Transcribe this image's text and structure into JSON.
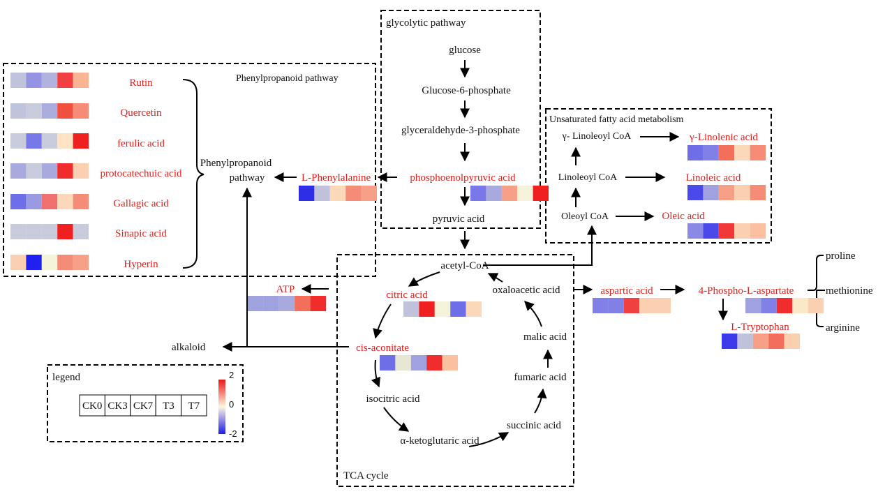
{
  "legend": {
    "title": "legend",
    "samples": [
      "CK0",
      "CK3",
      "CK7",
      "T3",
      "T7"
    ],
    "scale_max": "2",
    "scale_mid": "0",
    "scale_min": "-2"
  },
  "regions": {
    "glycolytic": "glycolytic pathway",
    "phenylpropanoid": "Phenylpropanoid pathway",
    "fatty_acid": "Unsaturated fatty acid metabolism",
    "tca": "TCA cycle"
  },
  "nodes": {
    "glucose": "glucose",
    "g6p": "Glucose-6-phosphate",
    "g3p": "glyceraldehyde-3-phosphate",
    "pep": "phosphoenolpyruvic acid",
    "pyruvic": "pyruvic acid",
    "acetyl_coa": "acetyl-CoA",
    "citric": "citric acid",
    "cis_aconitate": "cis-aconitate",
    "isocitric": "isocitric acid",
    "akg": "α-ketoglutaric acid",
    "succinic": "succinic acid",
    "fumaric": "fumaric acid",
    "malic": "malic acid",
    "oxaloacetic": "oxaloacetic acid",
    "aspartic": "aspartic acid",
    "phospho_aspartate": "4-Phospho-L-aspartate",
    "tryptophan": "L-Tryptophan",
    "proline": "proline",
    "methionine": "methionine",
    "arginine": "arginine",
    "phenylalanine": "L-Phenylalanine",
    "pp_line1": "Phenylpropanoid",
    "pp_line2": "pathway",
    "atp": "ATP",
    "alkaloid": "alkaloid",
    "gl_coa": "γ- Linoleoyl CoA",
    "linoleoyl_coa": "Linoleoyl CoA",
    "oleoyl_coa": "Oleoyl CoA",
    "gl_acid": "γ-Linolenic acid",
    "linoleic": "Linoleic acid",
    "oleic": "Oleic acid",
    "rutin": "Rutin",
    "quercetin": "Quercetin",
    "ferulic": "ferulic acid",
    "protocatechuic": "protocatechuic acid",
    "gallagic": "Gallagic acid",
    "sinapic": "Sinapic acid",
    "hyperin": "Hyperin"
  },
  "heatmap_colors": {
    "rutin": [
      "#bfc3dc",
      "#9594e4",
      "#b1b2e0",
      "#f24040",
      "#f9b494"
    ],
    "quercetin": [
      "#bfc3dc",
      "#c8cbdc",
      "#aaacde",
      "#f0503e",
      "#f68c78"
    ],
    "ferulic": [
      "#c8cbdc",
      "#7878e8",
      "#c8cbdc",
      "#fde2c4",
      "#f02020"
    ],
    "protocatechuic": [
      "#a8aade",
      "#c8cbdc",
      "#a8aade",
      "#f02c2c",
      "#fbd0b0"
    ],
    "gallagic": [
      "#6e6ee8",
      "#9a9ae2",
      "#f07070",
      "#fbd8b8",
      "#f48c78"
    ],
    "sinapic": [
      "#c8cbdc",
      "#c8cbdc",
      "#c8cbdc",
      "#f02020",
      "#c8cbdc"
    ],
    "hyperin": [
      "#fbd0b0",
      "#2020f0",
      "#f6f4d8",
      "#f48c78",
      "#f7a088"
    ],
    "phenylalanine": [
      "#2e2ee8",
      "#c0c2dc",
      "#fbd8b8",
      "#f48c78",
      "#f7a088"
    ],
    "pep": [
      "#7878e8",
      "#a8aade",
      "#f7a088",
      "#f4f2d8",
      "#f02020"
    ],
    "atp": [
      "#a0a2e0",
      "#a0a2e0",
      "#a8aade",
      "#f46e5c",
      "#f02c2c"
    ],
    "citric": [
      "#c0c2dc",
      "#f02020",
      "#f4f2d8",
      "#6e6ee8",
      "#fbd8b8"
    ],
    "cis_aconitate": [
      "#6e6ee8",
      "#e8e6d4",
      "#a0a2e0",
      "#f02c2c",
      "#fbc0a0"
    ],
    "aspartic": [
      "#8080e6",
      "#8080e6",
      "#f04040",
      "#fbd0b0",
      "#fbd0b0"
    ],
    "phospho_aspartate": [
      "#a0a2e0",
      "#8080e6",
      "#f02c2c",
      "#fbe8c8",
      "#fbd0b0"
    ],
    "tryptophan": [
      "#3a3aea",
      "#c0c2dc",
      "#f7a088",
      "#f46e5c",
      "#fbd0b0"
    ],
    "gl_acid": [
      "#6e6ee8",
      "#8080e6",
      "#f46e5c",
      "#fbd8b8",
      "#f68c78"
    ],
    "linoleic": [
      "#4a4aea",
      "#a0a2e0",
      "#f7a088",
      "#fbd0b0",
      "#f48c78"
    ],
    "oleic": [
      "#8a8ae6",
      "#4a4aea",
      "#f03838",
      "#fbd0b0",
      "#fbc0a0"
    ]
  },
  "colors": {
    "metabolite_red": "#e0201c",
    "text": "#111111",
    "scale_high": "#e81818",
    "scale_mid": "#fff6e0",
    "scale_low": "#1c1ce8"
  }
}
